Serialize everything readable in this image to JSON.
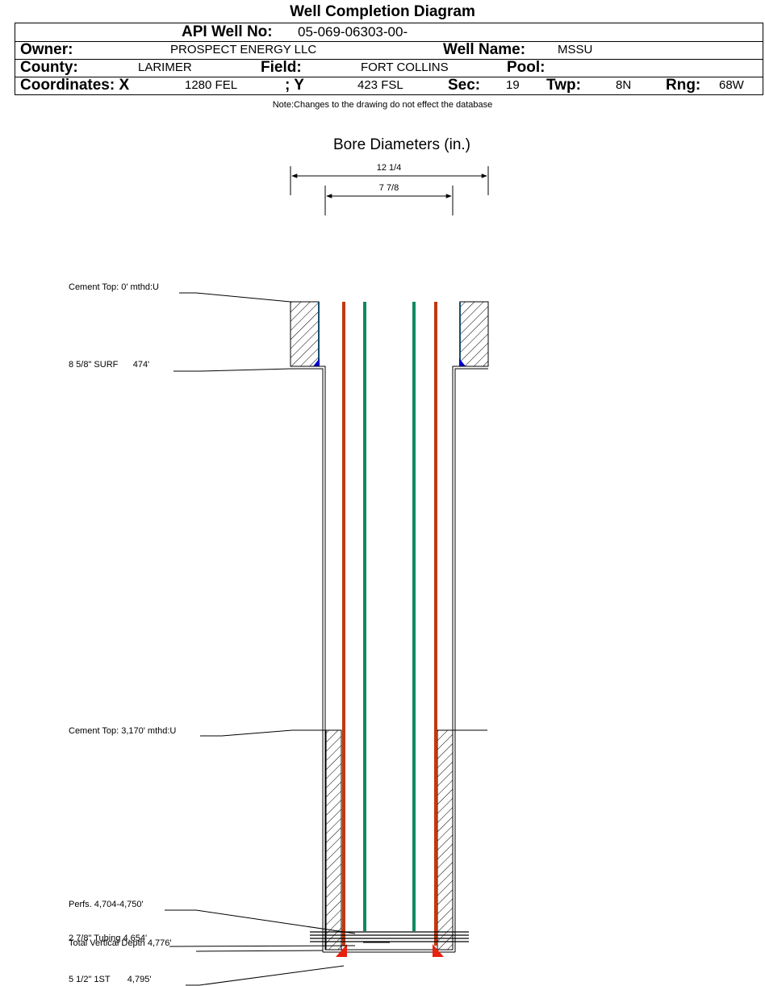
{
  "header": {
    "title": "Well Completion Diagram",
    "api_label": "API Well No:",
    "api_value": "05-069-06303-00-",
    "owner_label": "Owner:",
    "owner_value": "PROSPECT ENERGY LLC",
    "well_name_label": "Well Name:",
    "well_name_value": "MSSU",
    "county_label": "County:",
    "county_value": "LARIMER",
    "field_label": "Field:",
    "field_value": "FORT COLLINS",
    "pool_label": "Pool:",
    "pool_value": "",
    "coord_x_label": "Coordinates: X",
    "coord_x_value": "1280 FEL",
    "coord_y_label": "; Y",
    "coord_y_value": "423 FSL",
    "sec_label": "Sec:",
    "sec_value": "19",
    "twp_label": "Twp:",
    "twp_value": "8N",
    "rng_label": "Rng:",
    "rng_value": "68W"
  },
  "note": "Note:Changes to the drawing do not effect the database",
  "bore": {
    "title": "Bore Diameters (in.)",
    "outer": "12 1/4",
    "inner": "7 7/8"
  },
  "annotations": {
    "cement_top_1": "Cement Top: 0' mthd:U",
    "surf_casing": "8 5/8\" SURF      474'",
    "cement_top_2": "Cement Top: 3,170' mthd:U",
    "perfs": "Perfs. 4,704-4,750'",
    "tubing": "2 7/8\" Tubing 4,654'",
    "tvd": "Total Vertical Depth 4,776'",
    "prod_casing": "5 1/2\" 1ST       4,795'"
  },
  "colors": {
    "outer_casing": "#c0390b",
    "tubing": "#0f8a5f",
    "surface_casing_line": "#1a4d6b",
    "cement_shoe": "#0000cc",
    "prod_shoe": "#e8200e"
  }
}
